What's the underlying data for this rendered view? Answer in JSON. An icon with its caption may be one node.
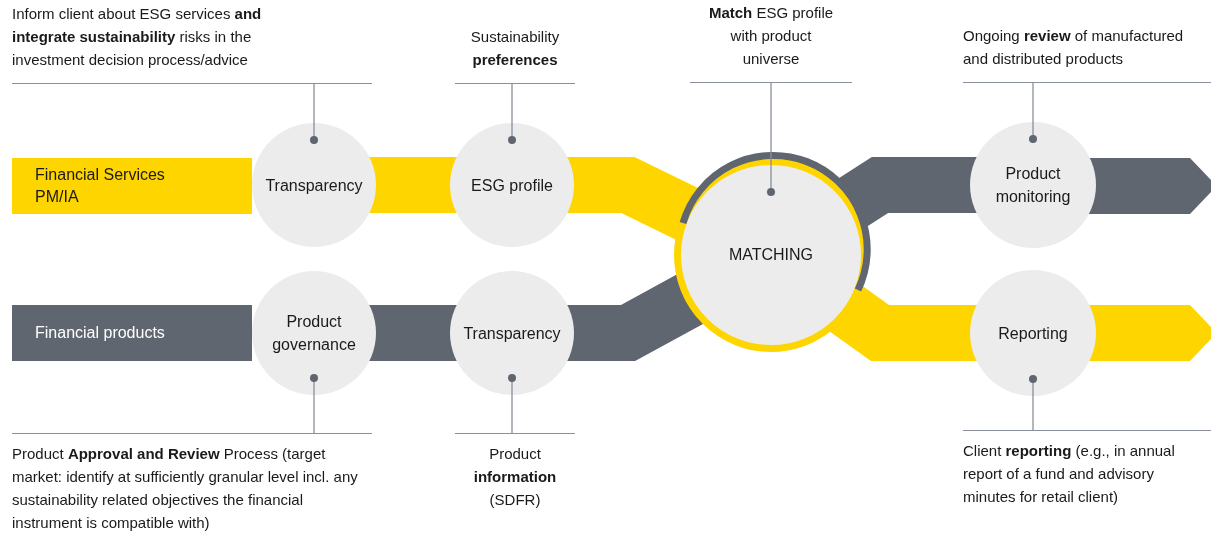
{
  "diagram": {
    "nodes": [
      {
        "text": [
          "Financial Services PM/IA"
        ]
      },
      {
        "text": [
          "Financial products"
        ]
      },
      {
        "text": [
          "Transparency"
        ]
      },
      {
        "text": [
          "ESG profile"
        ]
      },
      {
        "text": [
          "Product governance"
        ]
      },
      {
        "text": [
          "Transparency"
        ]
      },
      {
        "text": [
          "MATCHING"
        ]
      },
      {
        "text": [
          "Product monitoring"
        ]
      },
      {
        "text": [
          "Reporting"
        ]
      },
      {
        "text": [
          "Inform client about ESG services **and integrate sustainability** risks in the investment decision process/advice"
        ]
      },
      {
        "text": [
          "Sustainability **preferences**"
        ]
      },
      {
        "text": [
          "**Match** ESG profile with product universe"
        ]
      },
      {
        "text": [
          "Ongoing **review** of manufactured and distributed products"
        ]
      },
      {
        "text": [
          "Product **Approval and Review** Process (target market: identify at sufficiently granular level incl. any sustainability related objectives the financial instrument is compatible with)"
        ]
      },
      {
        "text": [
          "Product **information** (SDFR)"
        ]
      },
      {
        "text": [
          "Client **reporting** (e.g., in annual report of a fund and advisory minutes for retail client)"
        ]
      }
    ],
    "edges": [
      {
        "from": 9,
        "to": 2,
        "arrow": "other"
      },
      {
        "from": 10,
        "to": 3,
        "arrow": "other"
      },
      {
        "from": 11,
        "to": 6,
        "arrow": "other"
      },
      {
        "from": 12,
        "to": 7,
        "arrow": "other"
      },
      {
        "from": 13,
        "to": 4,
        "arrow": "other"
      },
      {
        "from": 14,
        "to": 5,
        "arrow": "other"
      },
      {
        "from": 15,
        "to": 8,
        "arrow": "other"
      },
      {
        "from": 2,
        "to": 3,
        "arrow": "none",
        "style": "thick",
        "color": "#ffd500"
      },
      {
        "from": 4,
        "to": 5,
        "arrow": "none",
        "style": "thick",
        "color": "#5f6670"
      },
      {
        "from": 3,
        "to": 6,
        "arrow": "none",
        "style": "thick",
        "color": "#ffd500"
      },
      {
        "from": 5,
        "to": 6,
        "arrow": "none",
        "style": "thick",
        "color": "#5f6670"
      },
      {
        "from": 6,
        "to": 7,
        "arrow": "none",
        "style": "thick",
        "color": "#5f6670"
      },
      {
        "from": 6,
        "to": 8,
        "arrow": "none",
        "style": "thick",
        "color": "#ffd500"
      }
    ]
  }
}
